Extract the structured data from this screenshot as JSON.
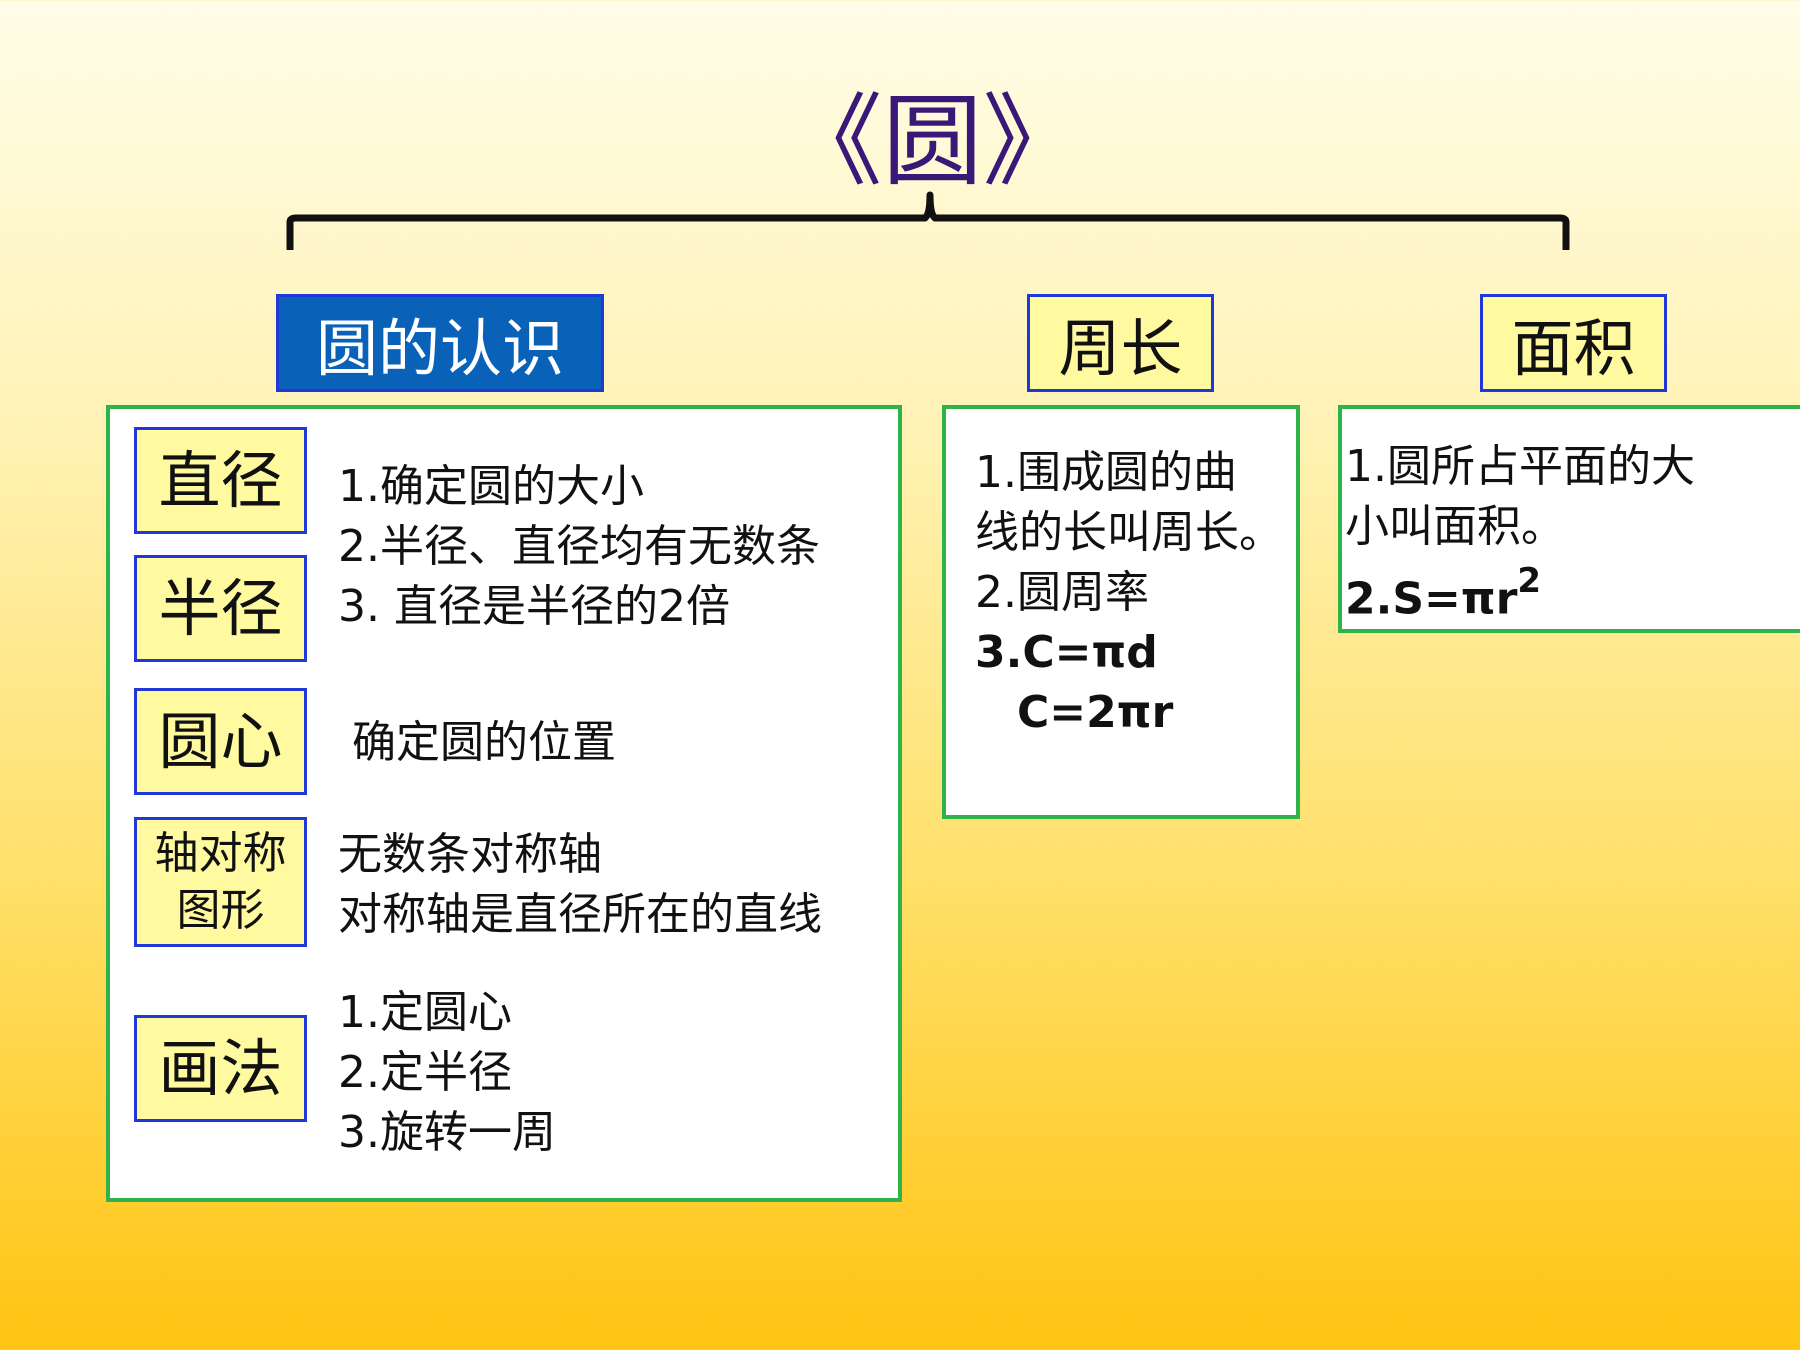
{
  "title": "《圆》",
  "headers": {
    "recognition": "圆的认识",
    "perimeter": "周长",
    "area": "面积"
  },
  "recognition": {
    "diameter_label": "直径",
    "radius_label": "半径",
    "diameter_radius_lines": [
      "1.确定圆的大小",
      "2.半径、直径均有无数条",
      "3. 直径是半径的2倍"
    ],
    "center_label": "圆心",
    "center_text": "确定圆的位置",
    "symmetry_label_1": "轴对称",
    "symmetry_label_2": "图形",
    "symmetry_lines": [
      "无数条对称轴",
      "对称轴是直径所在的直线"
    ],
    "drawing_label": "画法",
    "drawing_lines": [
      "1.定圆心",
      "2.定半径",
      "3.旋转一周"
    ]
  },
  "perimeter": {
    "lines": [
      "1.围成圆的曲",
      "线的长叫周长。",
      "2.圆周率",
      "3.C=πd",
      "C=2πr"
    ]
  },
  "area": {
    "lines": [
      "1.圆所占平面的大",
      "小叫面积。"
    ],
    "formula": "2.S=πr",
    "exponent": "2"
  }
}
